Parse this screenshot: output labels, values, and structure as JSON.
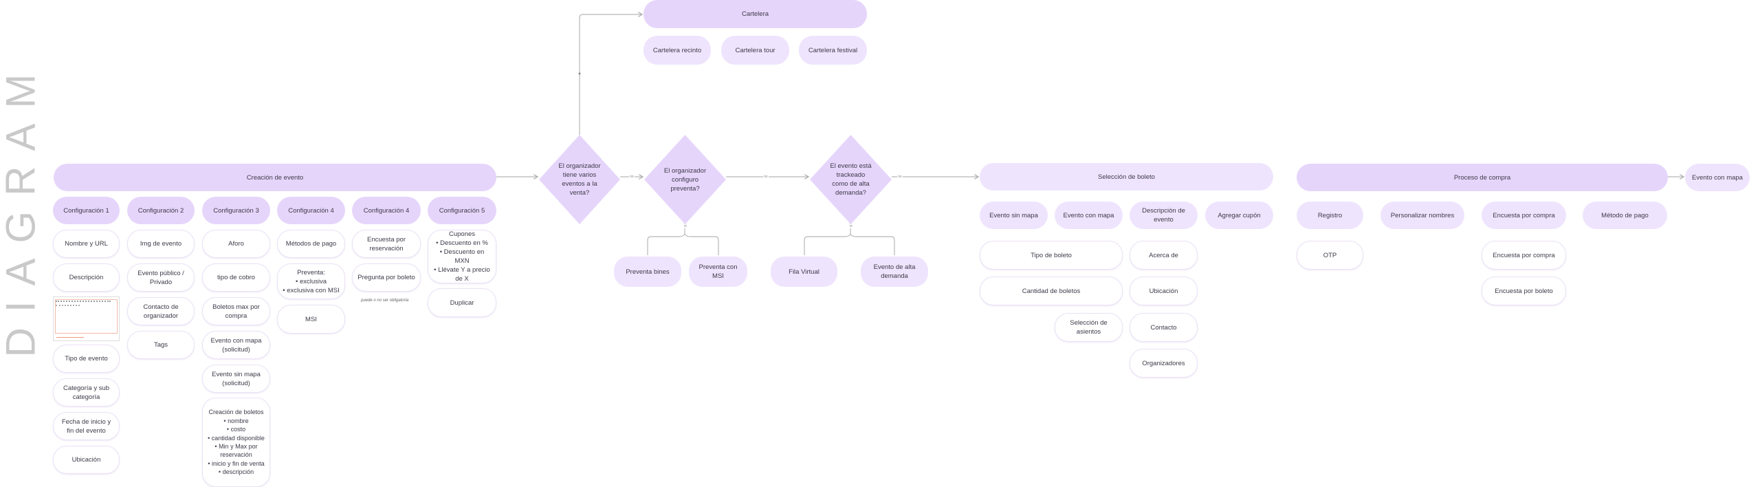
{
  "watermark": "DIAGRAM",
  "creacion": {
    "title": "Creación de evento",
    "columns": [
      {
        "header": "Configuración 1",
        "items": [
          "Nombre y URL",
          "Descripción",
          "Tipo de evento",
          "Categoría y sub categoría",
          "Fecha de inicio y fin del evento",
          "Ubicación"
        ]
      },
      {
        "header": "Configuración 2",
        "items": [
          "Img de evento",
          "Evento público / Privado",
          "Contacto de organizador",
          "Tags"
        ]
      },
      {
        "header": "Configuración 3",
        "items": [
          "Aforo",
          "tipo de cobro",
          "Boletos max por compra",
          "Evento con mapa (solicitud)",
          "Evento sin mapa (solicitud)"
        ],
        "creacion_boletos": {
          "title": "Creación de boletos",
          "bullets": [
            "nombre",
            "costo",
            "cantidad disponible",
            "Min y Max por reservación",
            "inicio y fin de venta",
            "descripción"
          ]
        }
      },
      {
        "header": "Configuración 4",
        "items": [
          "Métodos de pago",
          "MSI"
        ],
        "preventa": {
          "title": "Preventa:",
          "bullets": [
            "exclusiva",
            "exclusiva con MSI"
          ]
        }
      },
      {
        "header": "Configuración 4",
        "items": [
          "Encuesta por reservación",
          "Pregunta por boleto"
        ],
        "note": "puede o no ser obligatoria"
      },
      {
        "header": "Configuración 5",
        "items": [
          "Duplicar"
        ],
        "cupones": {
          "title": "Cupones",
          "bullets": [
            "Descuento en %",
            "Descuento en MXN",
            "Llévate Y a precio de X"
          ]
        }
      }
    ]
  },
  "decisions": [
    {
      "question": "El organizador tiene varios eventos a la venta?"
    },
    {
      "question": "El organizador configuro preventa?",
      "yes_options": [
        "Preventa  bines",
        "Preventa  con MSI"
      ]
    },
    {
      "question": "El evento está trackeado como de alta demanda?",
      "yes_options": [
        "Fila Virtual",
        "Evento de alta demanda"
      ]
    }
  ],
  "edge_labels": {
    "yes": "si",
    "no": "no"
  },
  "cartelera": {
    "title": "Cartelera",
    "items": [
      "Cartelera recinto",
      "Cartelera tour",
      "Cartelera festival"
    ]
  },
  "seleccion": {
    "title": "Selección de boleto",
    "tabs": [
      "Evento sin mapa",
      "Evento con mapa",
      "Descripción de evento",
      "Agregar cupón"
    ],
    "map_items": [
      "Tipo de boleto",
      "Cantidad de boletos",
      "Selección de asientos"
    ],
    "descripcion_items": [
      "Acerca de",
      "Ubicación",
      "Contacto",
      "Organizadores"
    ]
  },
  "compra": {
    "title": "Proceso de compra",
    "next": "Evento con mapa",
    "steps": [
      "Registro",
      "Personalizar nombres",
      "Encuesta por compra",
      "Método de pago"
    ],
    "registro_items": [
      "OTP"
    ],
    "encuesta_items": [
      "Encuesta por compra",
      "Encuesta por boleto"
    ]
  },
  "colors": {
    "header_fill": "#e6d5fb",
    "sub_fill": "#efe4fd",
    "outline": "#ebe2f6",
    "connector": "#b8b8b8"
  }
}
